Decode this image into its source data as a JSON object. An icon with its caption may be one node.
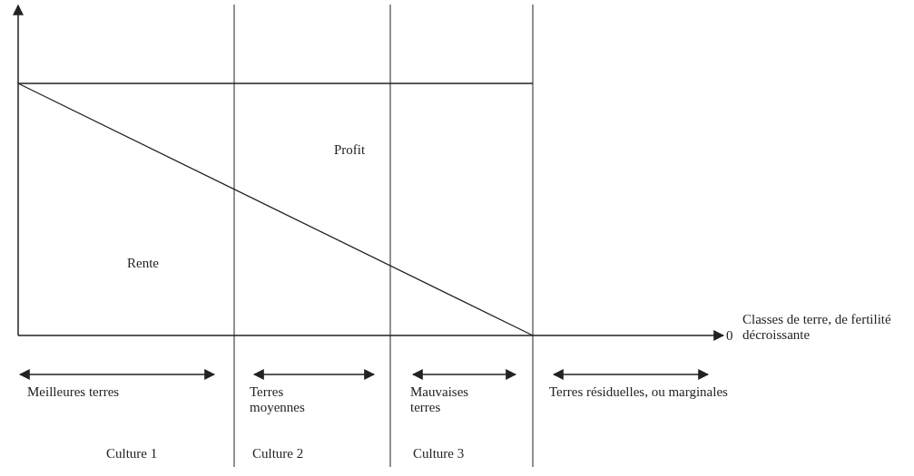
{
  "diagram": {
    "labels": [
      "Profit",
      "Rente",
      "Classes de terre, de fertilité décroissante",
      "0",
      "Meilleures terres",
      "Terres moyennes",
      "Mauvaises terres",
      "Terres résiduelles, ou marginales",
      "Culture 1",
      "Culture 2",
      "Culture 3"
    ]
  }
}
